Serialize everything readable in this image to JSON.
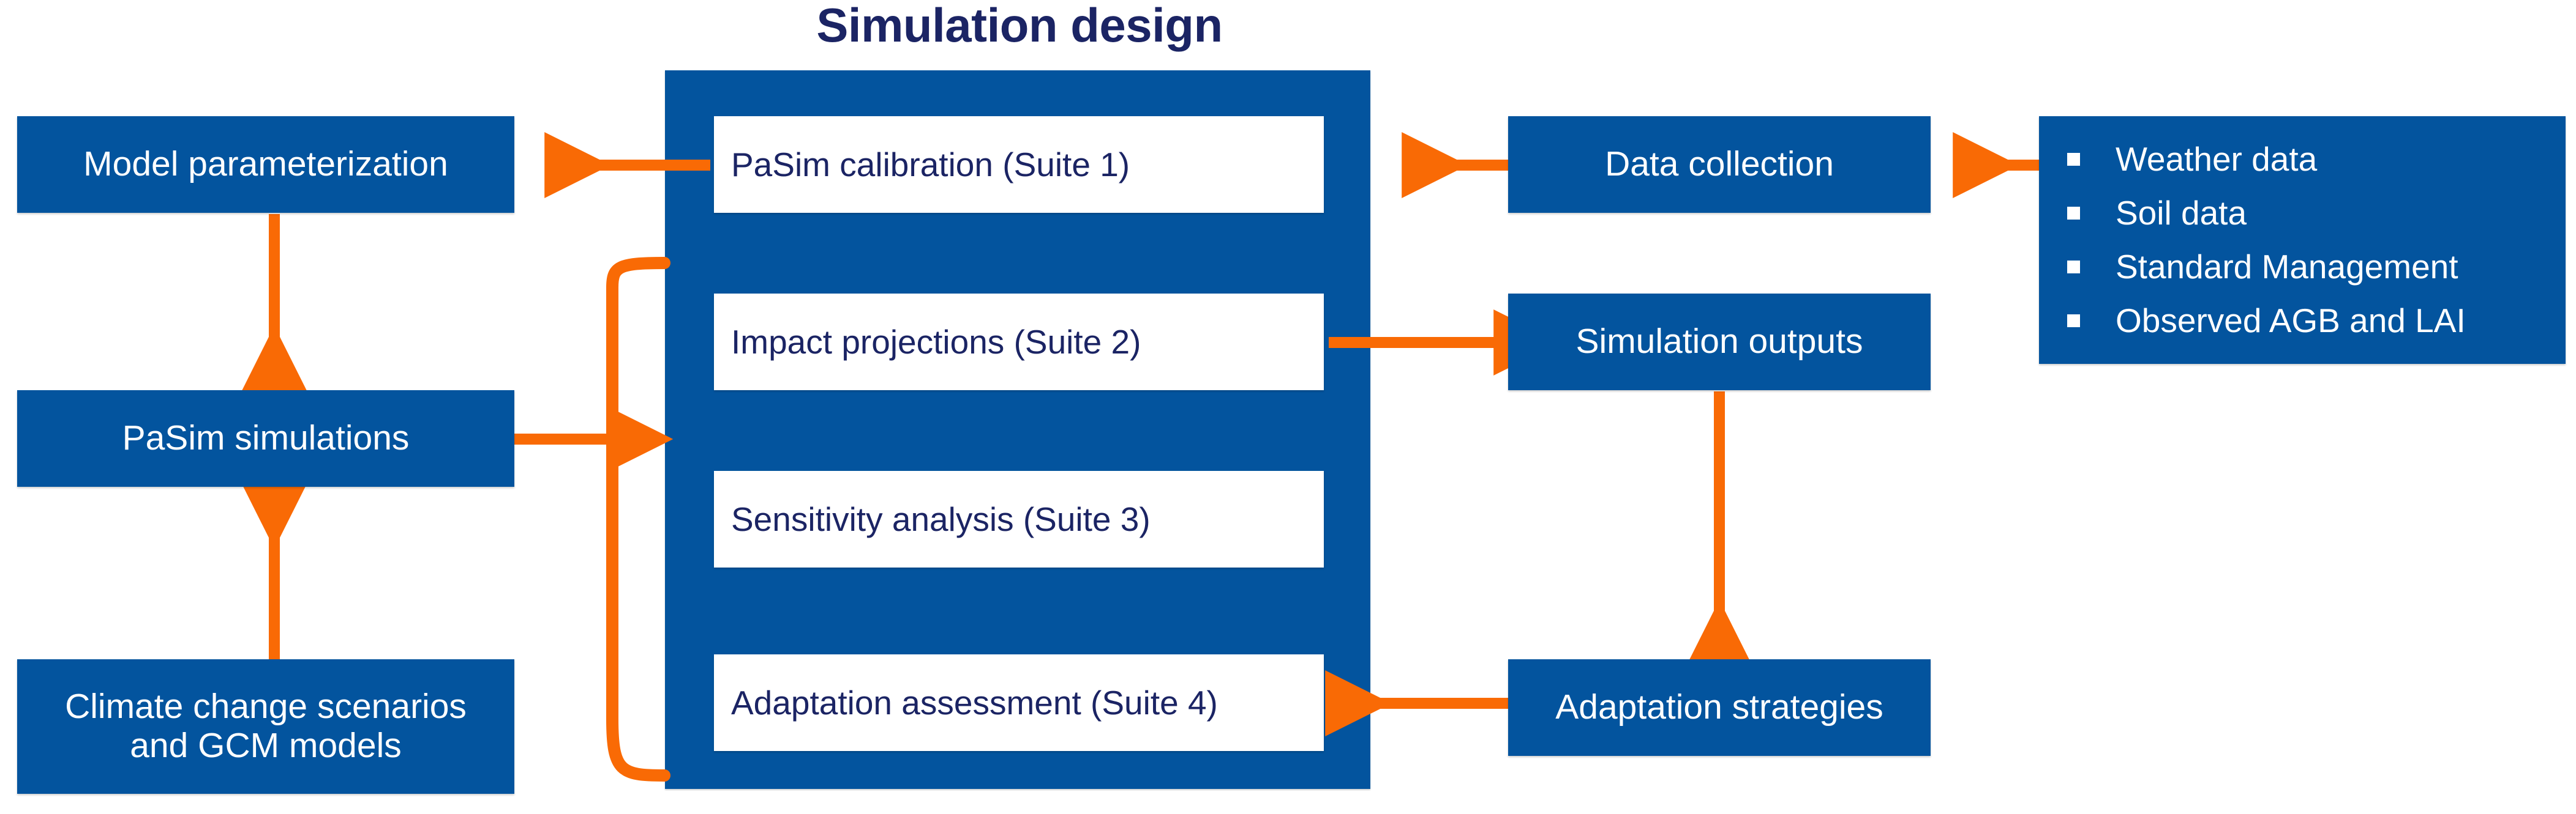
{
  "diagram": {
    "title": "Simulation design",
    "colors": {
      "blue": "#03549E",
      "navy": "#1b2464",
      "orange": "#F96A05",
      "white": "#FFFFFF"
    }
  },
  "left_column": {
    "model_parameterization": "Model parameterization",
    "pasim_simulations": "PaSim simulations",
    "climate_scenarios_line1": "Climate change scenarios",
    "climate_scenarios_line2": "and GCM models"
  },
  "center_panel": {
    "suites": [
      {
        "label": "PaSim calibration (Suite 1)"
      },
      {
        "label": "Impact projections (Suite 2)"
      },
      {
        "label": "Sensitivity analysis (Suite 3)"
      },
      {
        "label": "Adaptation assessment (Suite 4)"
      }
    ]
  },
  "right_column": {
    "data_collection": "Data collection",
    "simulation_outputs": "Simulation outputs",
    "adaptation_strategies": "Adaptation strategies"
  },
  "input_data": {
    "items": [
      "Weather data",
      "Soil data",
      "Standard Management",
      "Observed AGB and LAI"
    ]
  }
}
